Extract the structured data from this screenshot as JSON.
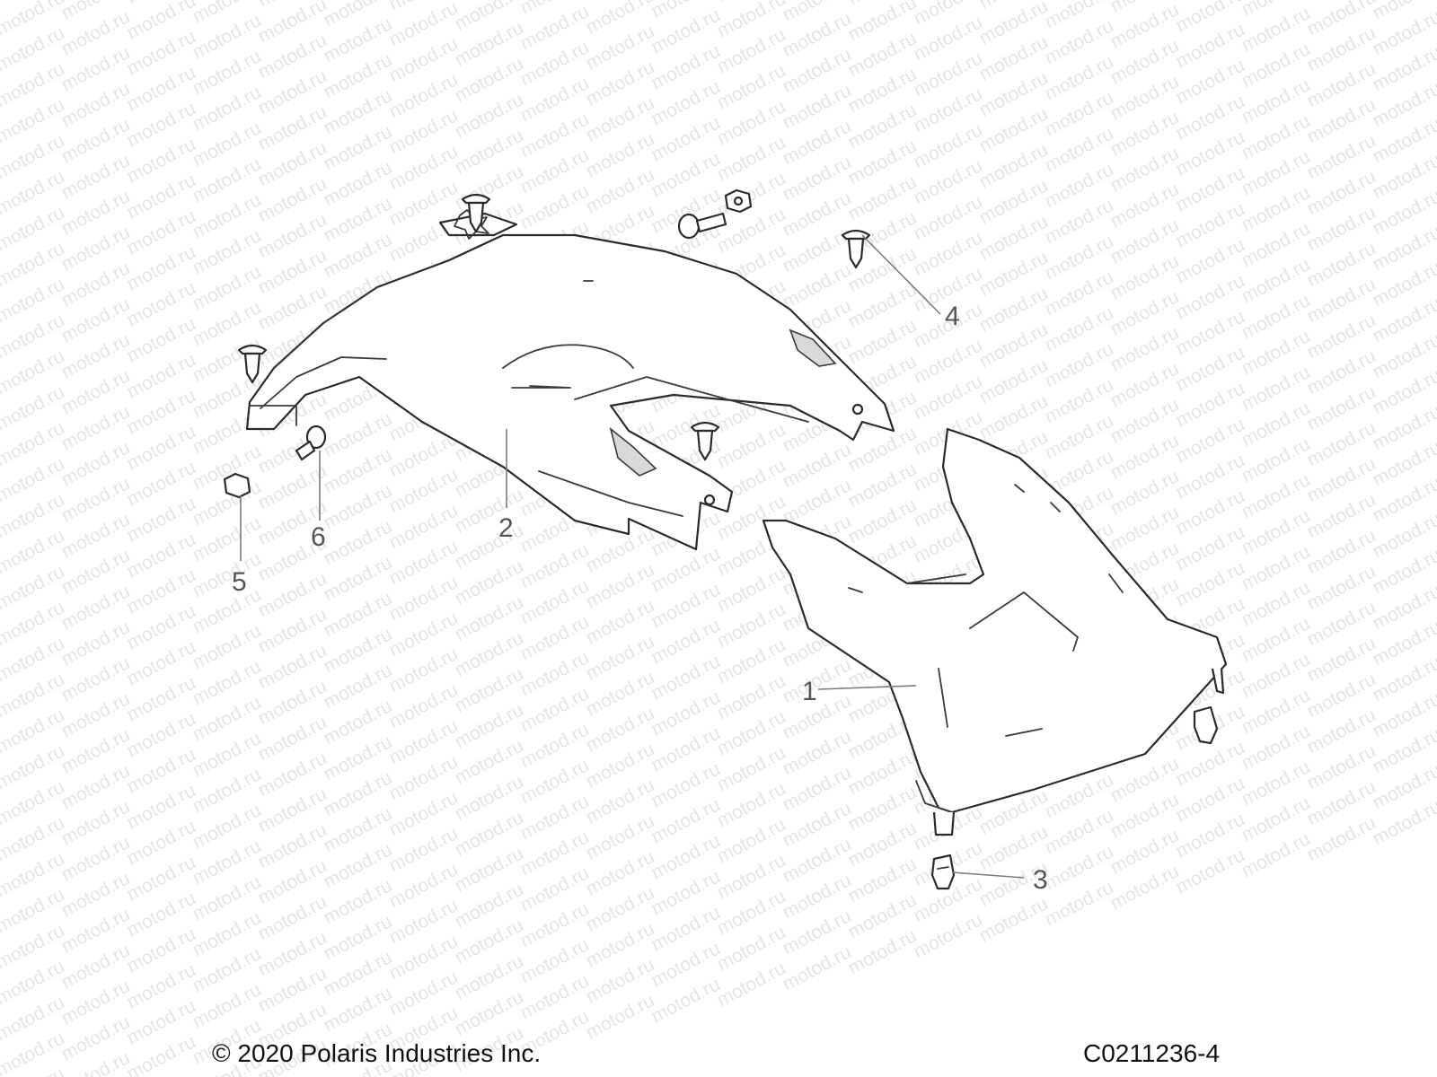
{
  "watermark": "motod.ru",
  "callouts": [
    {
      "id": "1",
      "label": "1"
    },
    {
      "id": "2",
      "label": "2"
    },
    {
      "id": "3",
      "label": "3"
    },
    {
      "id": "4",
      "label": "4"
    },
    {
      "id": "5",
      "label": "5"
    },
    {
      "id": "6",
      "label": "6"
    }
  ],
  "footer": {
    "copyright": "© 2020 Polaris Industries Inc.",
    "diagram_code": "C0211236-4"
  },
  "colors": {
    "line": "#2b2b2b",
    "callout_text": "#555555",
    "watermark": "#e4e4e4"
  }
}
